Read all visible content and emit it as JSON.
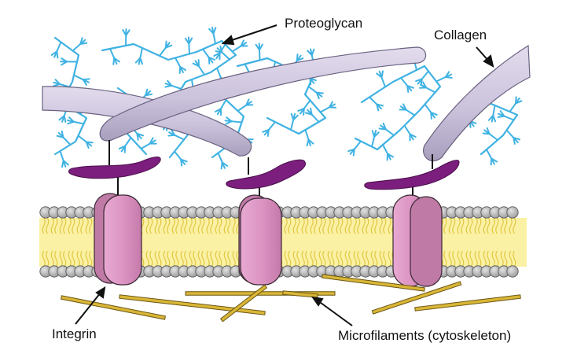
{
  "labels": {
    "proteoglycan": "Proteoglycan",
    "collagen": "Collagen",
    "integrin": "Integrin",
    "microfilaments": "Microfilaments (cytoskeleton)"
  },
  "colors": {
    "proteoglycan": "#3fb2e3",
    "collagen_fill": "#cbc2dc",
    "collagen_stroke": "#6a6280",
    "fibronectin": "#7c1e7e",
    "integrin_fill": "#dd95c4",
    "integrin_stroke": "#3a2a34",
    "phospholipid_head": "#b7b7b7",
    "lipid_tail": "#f3e26a",
    "microfilament": "#d9b637"
  }
}
